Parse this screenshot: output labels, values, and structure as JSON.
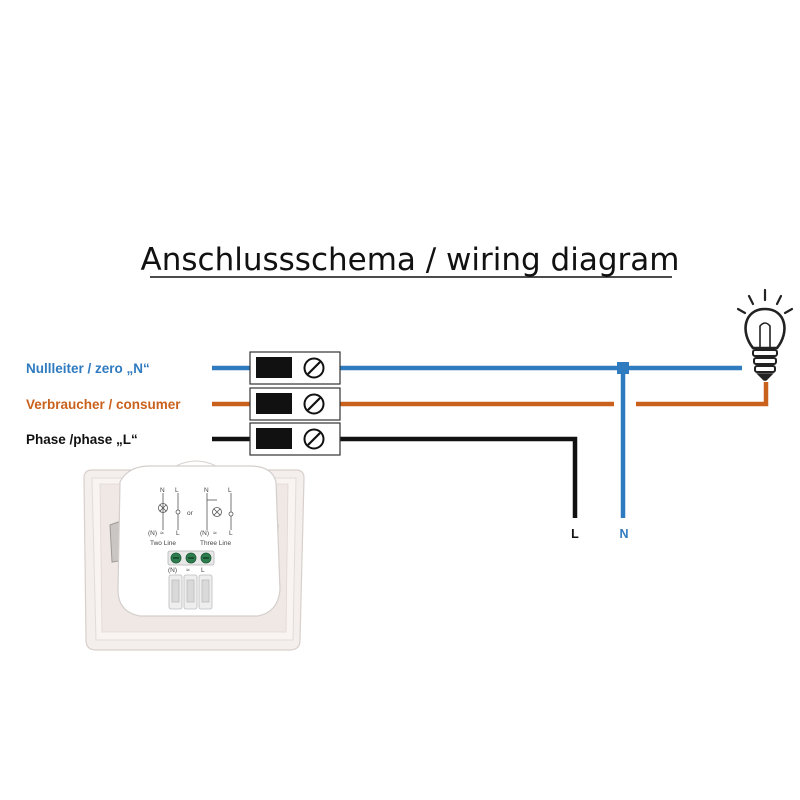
{
  "title": "Anschlussschema / wiring diagram",
  "wires": {
    "neutral": {
      "label": "Nullleiter / zero „N“",
      "color": "#2f7bbf"
    },
    "consumer": {
      "label": "Verbraucher / consumer",
      "color": "#c9611c"
    },
    "phase": {
      "label": "Phase /phase „L“",
      "color": "#111111"
    }
  },
  "terminals": {
    "phase_end": "L",
    "neutral_end": "N"
  },
  "device": {
    "wiring_left": {
      "n": "N",
      "l": "L",
      "n2": "(N)",
      "symbol": "≈",
      "l2": "L"
    },
    "or_text": "or",
    "wiring_right": {
      "n": "N",
      "l": "L",
      "n2": "(N)",
      "symbol": "≈",
      "l2": "L"
    },
    "two_line": "Two Line",
    "three_line": "Three Line",
    "terminal_label": {
      "n": "(N)",
      "symbol": "≈",
      "l": "L"
    }
  },
  "icons": {
    "bulb": "light-bulb-icon",
    "terminal_screw": "screw-terminal-icon"
  }
}
